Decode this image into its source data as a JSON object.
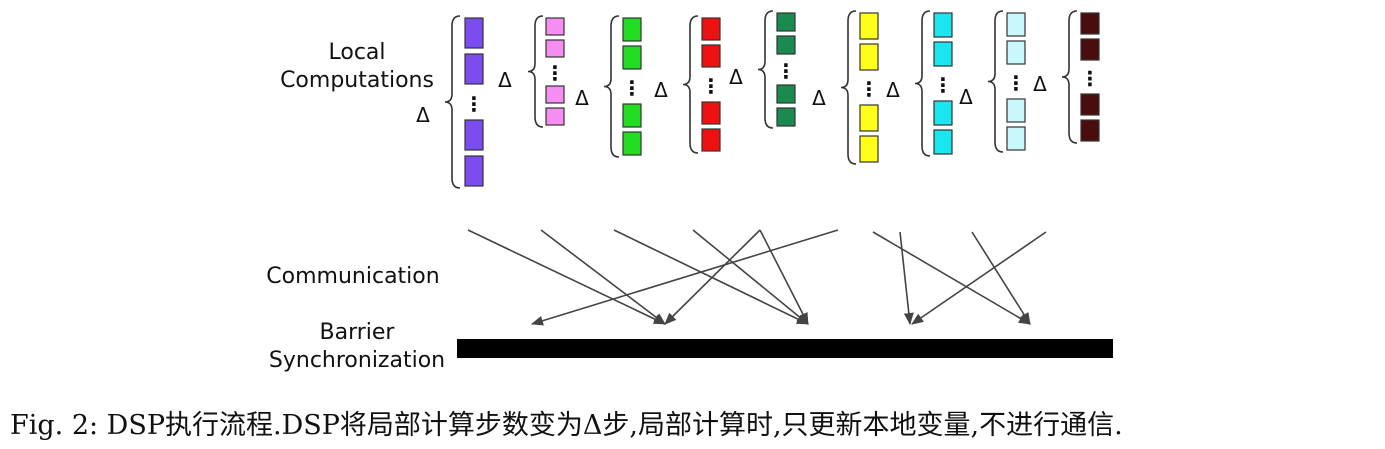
{
  "labels": {
    "local_line1": "Local",
    "local_line2": "Computations",
    "communication": "Communication",
    "barrier_line1": "Barrier",
    "barrier_line2": "Synchronization"
  },
  "delta_symbol": "Δ",
  "ellipsis_symbol": "⋮",
  "caption": "Fig. 2: DSP执行流程.DSP将局部计算步数变为Δ步,局部计算时,只更新本地变量,不进行通信.",
  "workers": [
    {
      "color": "#7b4cf0"
    },
    {
      "color": "#f58ef0"
    },
    {
      "color": "#22dd22"
    },
    {
      "color": "#ee1111"
    },
    {
      "color": "#1a8a4e"
    },
    {
      "color": "#ffff1a"
    },
    {
      "color": "#1ae6f0"
    },
    {
      "color": "#c8f8fb"
    },
    {
      "color": "#4a0d0d"
    }
  ],
  "colors": {
    "barrier": "#000000",
    "arrow": "#444444",
    "block_border": "#333333"
  }
}
